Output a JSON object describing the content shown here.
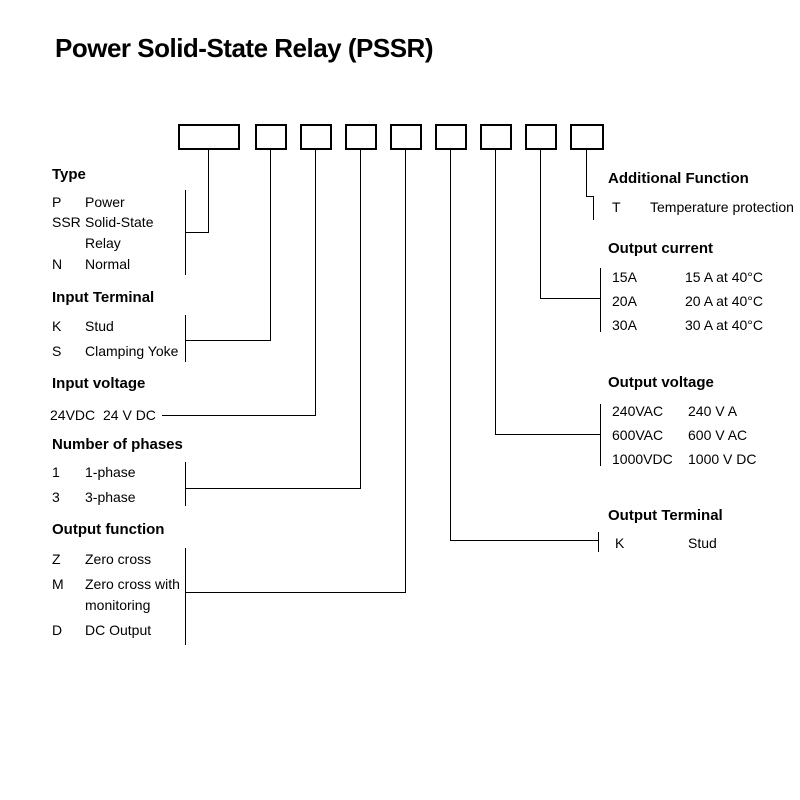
{
  "title": "Power Solid-State Relay (PSSR)",
  "code_box_count": 9,
  "line_color": "#000000",
  "left_sections": [
    {
      "heading": "Type",
      "items": [
        {
          "code": "P",
          "desc": "Power"
        },
        {
          "code": "SSR",
          "desc": "Solid-State",
          "desc2": "Relay"
        },
        {
          "code": "N",
          "desc": "Normal"
        }
      ]
    },
    {
      "heading": "Input Terminal",
      "items": [
        {
          "code": "K",
          "desc": "Stud"
        },
        {
          "code": "S",
          "desc": "Clamping Yoke"
        }
      ]
    },
    {
      "heading": "Input voltage",
      "items": [
        {
          "code": "24VDC",
          "desc": "24 V DC"
        }
      ]
    },
    {
      "heading": "Number of phases",
      "items": [
        {
          "code": "1",
          "desc": "1-phase"
        },
        {
          "code": "3",
          "desc": "3-phase"
        }
      ]
    },
    {
      "heading": "Output function",
      "items": [
        {
          "code": "Z",
          "desc": "Zero cross"
        },
        {
          "code": "M",
          "desc": "Zero cross with",
          "desc2": "monitoring"
        },
        {
          "code": "D",
          "desc": "DC Output"
        }
      ]
    }
  ],
  "right_sections": [
    {
      "heading": "Additional Function",
      "items": [
        {
          "code": "T",
          "desc": "Temperature protection"
        }
      ]
    },
    {
      "heading": "Output current",
      "items": [
        {
          "code": "15A",
          "desc": "15 A at 40°C"
        },
        {
          "code": "20A",
          "desc": "20 A at 40°C"
        },
        {
          "code": "30A",
          "desc": "30 A at 40°C"
        }
      ]
    },
    {
      "heading": "Output voltage",
      "items": [
        {
          "code": "240VAC",
          "desc": "240 V A"
        },
        {
          "code": "600VAC",
          "desc": "600 V AC"
        },
        {
          "code": "1000VDC",
          "desc": "1000 V DC"
        }
      ]
    },
    {
      "heading": "Output Terminal",
      "items": [
        {
          "code": "K",
          "desc": "Stud"
        }
      ]
    }
  ]
}
